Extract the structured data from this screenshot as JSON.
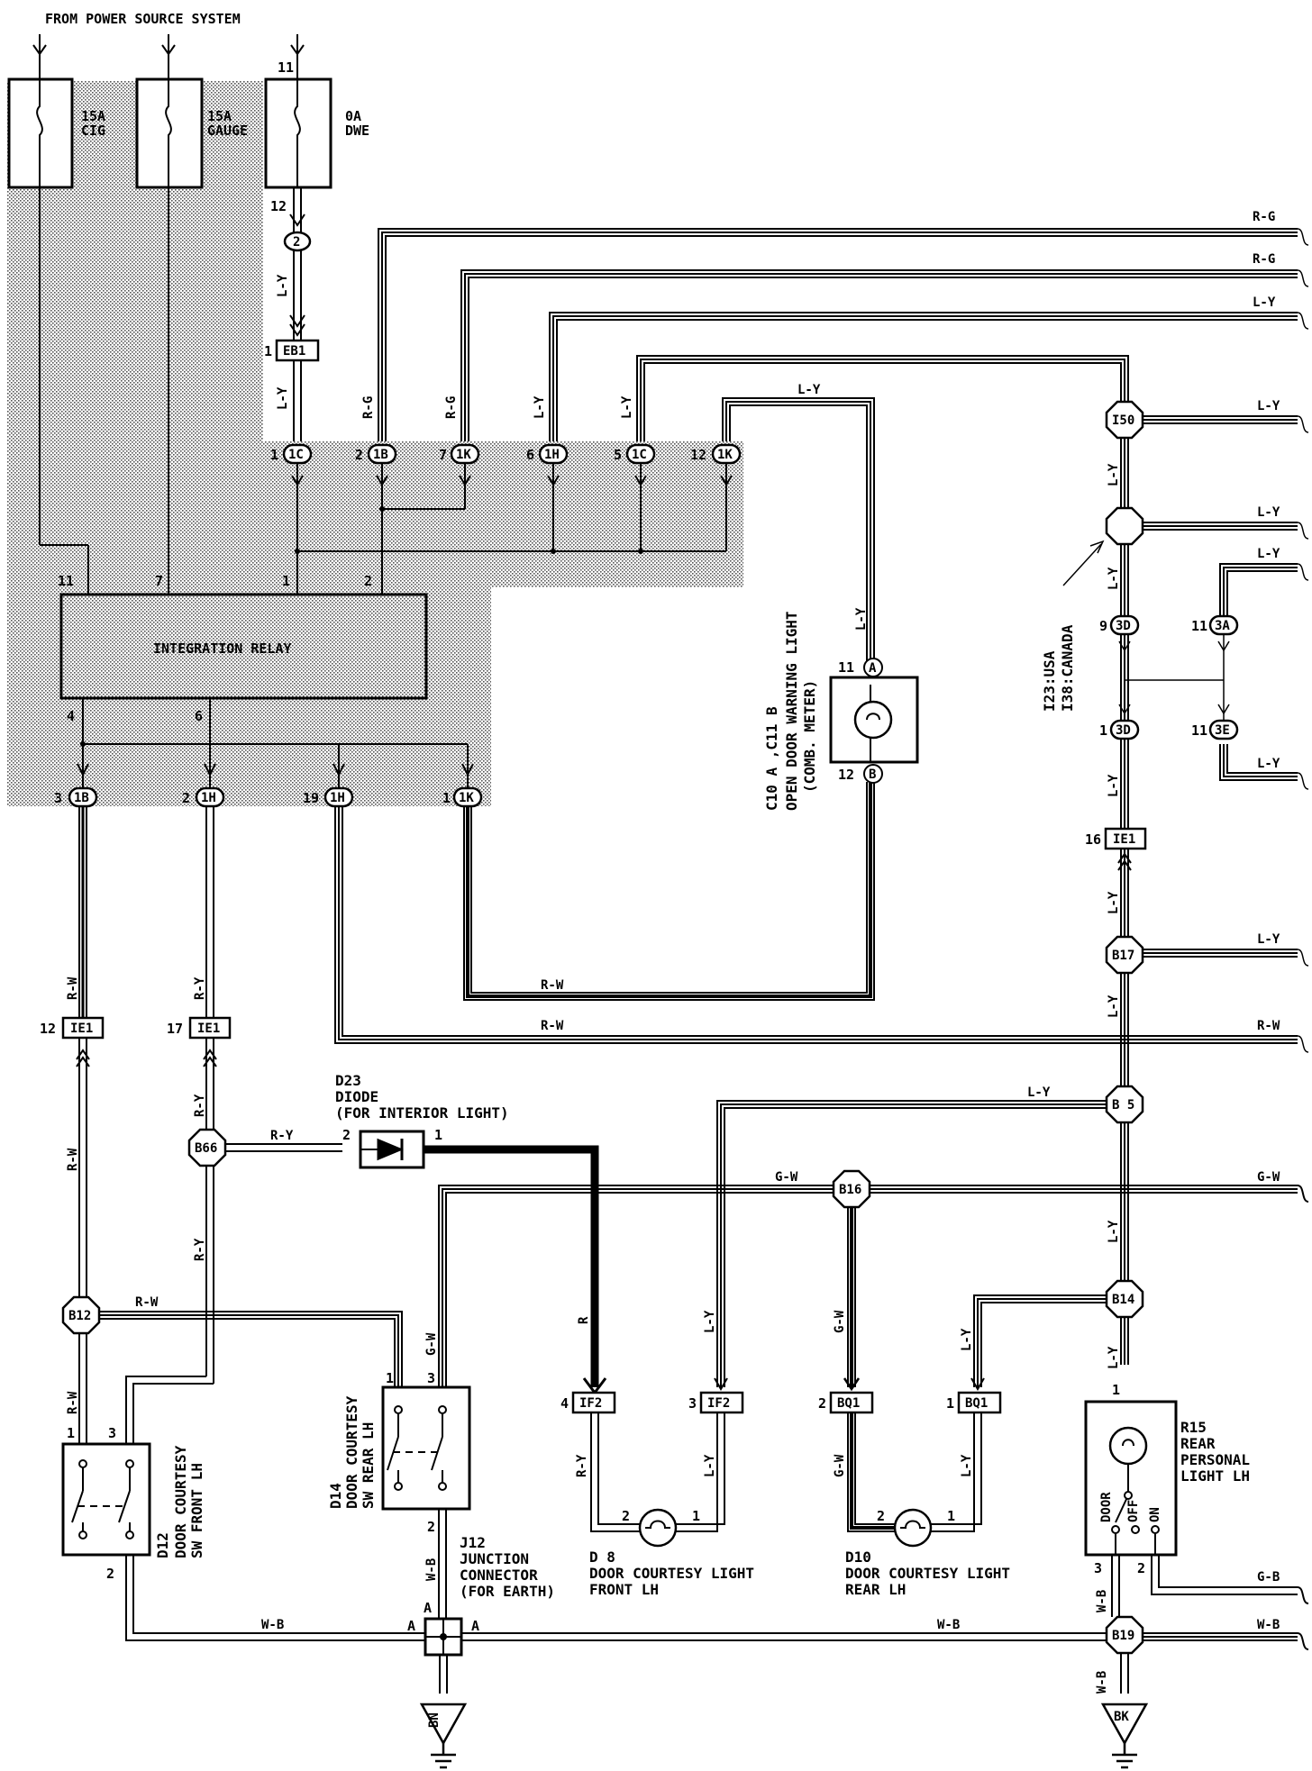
{
  "header": {
    "power_source": "FROM POWER SOURCE SYSTEM"
  },
  "fuses": [
    {
      "rating": "15A",
      "name": "CIG"
    },
    {
      "rating": "15A",
      "name": "GAUGE"
    },
    {
      "rating": "0A",
      "name": "DWE",
      "pin_top": "11",
      "pin_bottom": "12"
    }
  ],
  "relay": {
    "name": "INTEGRATION RELAY",
    "pins_top": [
      "11",
      "7",
      "1",
      "2"
    ],
    "pins_bottom": [
      "4",
      "6"
    ]
  },
  "connectors_top": [
    {
      "pin": "1",
      "id": "1C",
      "wire": "L-Y"
    },
    {
      "pin": "2",
      "id": "1B",
      "wire": "R-G"
    },
    {
      "pin": "7",
      "id": "1K",
      "wire": "R-G"
    },
    {
      "pin": "6",
      "id": "1H",
      "wire": "L-Y"
    },
    {
      "pin": "5",
      "id": "1C",
      "wire": "L-Y"
    },
    {
      "pin": "12",
      "id": "1K",
      "wire": "L-Y"
    }
  ],
  "connectors_bottom": [
    {
      "pin": "3",
      "id": "1B"
    },
    {
      "pin": "2",
      "id": "1H"
    },
    {
      "pin": "19",
      "id": "1H"
    },
    {
      "pin": "1",
      "id": "1K"
    }
  ],
  "fuse_conn": {
    "id": "2",
    "eb1_pin": "1",
    "eb1_id": "EB1",
    "wire": "L-Y"
  },
  "right_wires": {
    "rg1": "R-G",
    "rg2": "R-G",
    "ly1": "L-Y",
    "ly_i50": "L-Y",
    "ly_junction": "L-Y",
    "ly_3a": "L-Y",
    "ly_3e": "L-Y",
    "ly_b17": "L-Y",
    "rw": "R-W",
    "gw": "G-W",
    "gb": "G-B",
    "wb": "W-B"
  },
  "junctions": {
    "i50": "I50",
    "b17": "B17",
    "b5": "B 5",
    "b14": "B14",
    "b16": "B16",
    "b19": "B19",
    "b12": "B12",
    "b66": "B66"
  },
  "junction_note": {
    "line1": "I23:USA",
    "line2": "I38:CANADA"
  },
  "connectors_right": [
    {
      "pin": "9",
      "id": "3D"
    },
    {
      "pin": "11",
      "id": "3A"
    },
    {
      "pin": "1",
      "id": "3D"
    },
    {
      "pin": "11",
      "id": "3E"
    },
    {
      "pin": "16",
      "id": "IE1"
    }
  ],
  "meter": {
    "pin_a": "11",
    "letter_a": "A",
    "pin_b": "12",
    "letter_b": "B",
    "code": "C10 A ,C11 B",
    "line1": "OPEN DOOR WARNING LIGHT",
    "line2": "(COMB. METER)",
    "wire_top": "L-Y",
    "wire_v": "L-Y",
    "wire_bottom": "R-W"
  },
  "ie1_connectors": [
    {
      "pin": "12",
      "id": "IE1",
      "wire_up": "R-W",
      "wire_down": "R-W"
    },
    {
      "pin": "17",
      "id": "IE1",
      "wire_up": "R-Y",
      "wire_down": "R-Y"
    }
  ],
  "diode": {
    "code": "D23",
    "name": "DIODE",
    "note": "(FOR INTERIOR LIGHT)",
    "pin_in": "2",
    "pin_out": "1",
    "wire_in": "R-Y",
    "wire_out": "R"
  },
  "r_y_down": "R-Y",
  "b12_rw": "R-W",
  "d12": {
    "code": "D12",
    "line1": "DOOR COURTESY",
    "line2": "SW FRONT LH",
    "pin1": "1",
    "pin3": "3",
    "pin2": "2",
    "wire": "R-W"
  },
  "d14": {
    "code": "D14",
    "line1": "DOOR COURTESY",
    "line2": "SW REAR LH",
    "pin1": "1",
    "pin3": "3",
    "pin2": "2",
    "wire": "G-W",
    "wire_down": "W-B"
  },
  "j12": {
    "code": "J12",
    "line1": "JUNCTION",
    "line2": "CONNECTOR",
    "line3": "(FOR EARTH)",
    "a_left": "A",
    "a_right": "A",
    "a_top": "A"
  },
  "if2": [
    {
      "pin": "4",
      "id": "IF2",
      "wire": "R-Y"
    },
    {
      "pin": "3",
      "id": "IF2",
      "wire": "L-Y"
    }
  ],
  "bq1": [
    {
      "pin": "2",
      "id": "BQ1",
      "wire": "G-W"
    },
    {
      "pin": "1",
      "id": "BQ1",
      "wire": "L-Y"
    }
  ],
  "d8": {
    "code": "D 8",
    "line1": "DOOR COURTESY LIGHT",
    "line2": "FRONT LH",
    "pin2": "2",
    "pin1": "1"
  },
  "d10": {
    "code": "D10",
    "line1": "DOOR COURTESY LIGHT",
    "line2": "REAR LH",
    "pin2": "2",
    "pin1": "1"
  },
  "r15": {
    "code": "R15",
    "line1": "REAR",
    "line2": "PERSONAL",
    "line3": "LIGHT LH",
    "pin1": "1",
    "pin3": "3",
    "pin2": "2",
    "sw_door": "DOOR",
    "sw_off": "OFF",
    "sw_on": "ON"
  },
  "center_wires": {
    "ly_b5": "L-Y",
    "ly_if2": "L-Y",
    "gw_bq1": "G-W",
    "ly_b14": "L-Y",
    "ly_bq1": "L-Y",
    "ly_b5_down": "L-Y",
    "ly_b14_down": "L-Y",
    "ly_b17_down": "L-Y",
    "wb_bottom": "W-B",
    "wb_left": "W-B",
    "wb_right": "W-B",
    "wb_b19": "W-B"
  },
  "grounds": [
    {
      "id": "BN"
    },
    {
      "id": "BK"
    }
  ]
}
